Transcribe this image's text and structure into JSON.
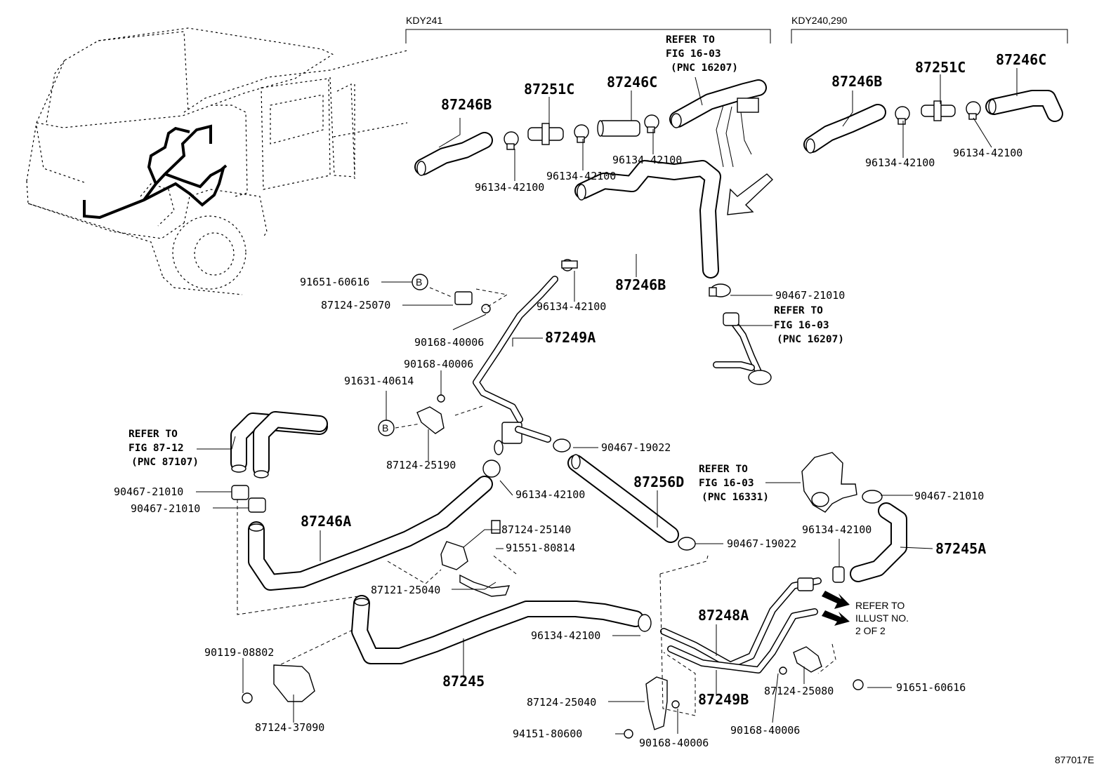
{
  "figure_id": "877017E",
  "groups": {
    "left": "KDY241",
    "right": "KDY240,290"
  },
  "refers": {
    "top": [
      "REFER TO",
      "FIG 16-03",
      "(PNC 16207)"
    ],
    "mid": [
      "REFER TO",
      "FIG 16-03",
      "(PNC 16207)"
    ],
    "left": [
      "REFER TO",
      "FIG 87-12",
      "(PNC 87107)"
    ],
    "thermo": [
      "REFER TO",
      "FIG 16-03",
      "(PNC 16331)"
    ],
    "illust": [
      "REFER TO",
      "ILLUST NO.",
      "2 OF 2"
    ]
  },
  "callouts": {
    "b1": "B",
    "b2": "B"
  },
  "labels": {
    "l01": "87246B",
    "l02": "87251C",
    "l03": "87246C",
    "l04": "96134-42100",
    "l05": "96134-42100",
    "l06": "96134-42100",
    "l07": "87246B",
    "l08": "87251C",
    "l09": "87246C",
    "l10": "96134-42100",
    "l11": "96134-42100",
    "l12": "91651-60616",
    "l13": "87124-25070",
    "l14": "90168-40006",
    "l15": "96134-42100",
    "l16": "87246B",
    "l17": "90467-21010",
    "l18": "87249A",
    "l19": "90168-40006",
    "l20": "91631-40614",
    "l21": "87124-25190",
    "l22": "90467-19022",
    "l23": "90467-21010",
    "l24": "90467-21010",
    "l25": "96134-42100",
    "l26": "87256D",
    "l27": "90467-21010",
    "l28": "87246A",
    "l29": "87124-25140",
    "l30": "91551-80814",
    "l31": "96134-42100",
    "l32": "90467-19022",
    "l33": "87245A",
    "l34": "87121-25040",
    "l35": "87248A",
    "l36": "96134-42100",
    "l37": "90119-08802",
    "l38": "87245",
    "l39": "87124-25040",
    "l40": "87249B",
    "l41": "87124-25080",
    "l42": "91651-60616",
    "l43": "87124-37090",
    "l44": "94151-80600",
    "l45": "90168-40006",
    "l46": "90168-40006"
  }
}
